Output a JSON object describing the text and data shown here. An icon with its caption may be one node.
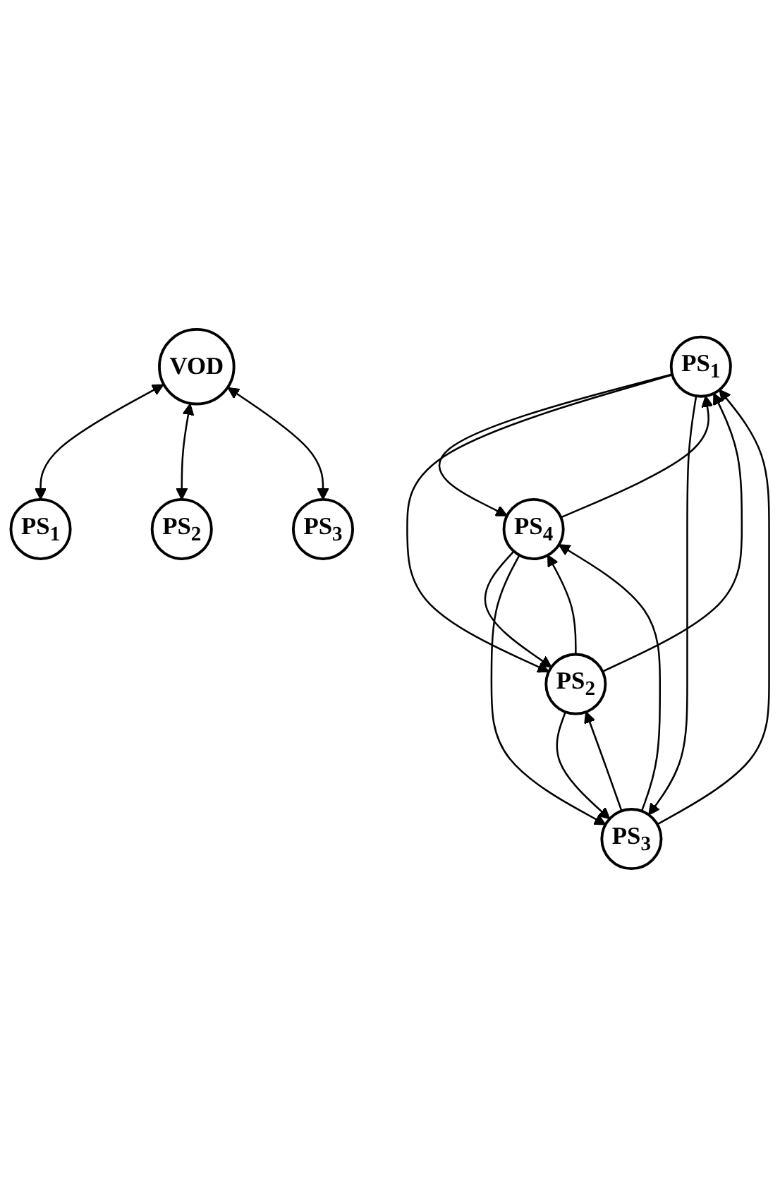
{
  "diagram": {
    "nodes": [
      {
        "text": [
          "PS$_{1}$"
        ]
      },
      {
        "text": [
          "PS$_{4}$"
        ]
      },
      {
        "text": [
          "PS$_{2}$"
        ]
      },
      {
        "text": [
          "PS$_{3}$"
        ]
      },
      {
        "text": [
          "VOD"
        ]
      },
      {
        "text": [
          "PS$_{1}$"
        ]
      },
      {
        "text": [
          "PS$_{2}$"
        ]
      },
      {
        "text": [
          "PS$_{3}$"
        ]
      }
    ],
    "edges": [
      {
        "from": 0,
        "to": 1,
        "arrow": "to"
      },
      {
        "from": 1,
        "to": 0,
        "arrow": "to"
      },
      {
        "from": 0,
        "to": 2,
        "arrow": "to"
      },
      {
        "from": 2,
        "to": 0,
        "arrow": "to"
      },
      {
        "from": 0,
        "to": 3,
        "arrow": "to"
      },
      {
        "from": 3,
        "to": 0,
        "arrow": "to"
      },
      {
        "from": 1,
        "to": 2,
        "arrow": "to"
      },
      {
        "from": 2,
        "to": 1,
        "arrow": "to"
      },
      {
        "from": 1,
        "to": 3,
        "arrow": "to"
      },
      {
        "from": 3,
        "to": 1,
        "arrow": "to"
      },
      {
        "from": 3,
        "to": 2,
        "arrow": "to"
      },
      {
        "from": 2,
        "to": 3,
        "arrow": "to"
      },
      {
        "from": 4,
        "to": 5,
        "arrow": "both"
      },
      {
        "from": 4,
        "to": 6,
        "arrow": "both"
      },
      {
        "from": 4,
        "to": 7,
        "arrow": "both"
      }
    ]
  }
}
